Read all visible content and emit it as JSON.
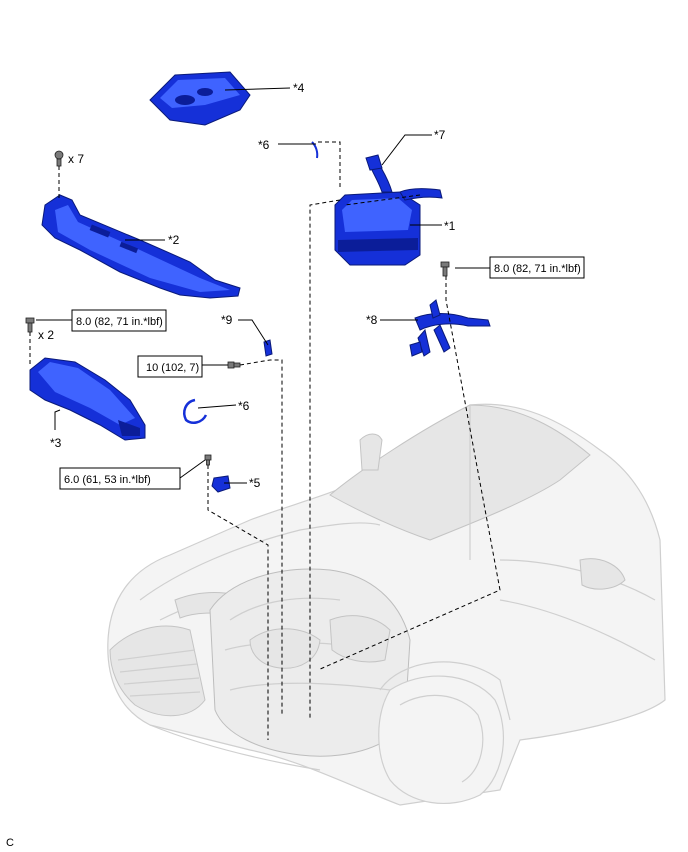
{
  "callouts": {
    "c1": "*1",
    "c2": "*2",
    "c3": "*3",
    "c4": "*4",
    "c5": "*5",
    "c6a": "*6",
    "c6b": "*6",
    "c7": "*7",
    "c8": "*8",
    "c9": "*9"
  },
  "quantities": {
    "q7": "x 7",
    "q2": "x 2"
  },
  "torque": {
    "t1": "8.0 (82, 71 in.*lbf)",
    "t2": "8.0 (82, 71 in.*lbf)",
    "t3": "10 (102, 7)",
    "t4": "6.0 (61, 53 in.*lbf)"
  },
  "footer": {
    "code": "C"
  },
  "colors": {
    "part_blue": "#1530d8",
    "vehicle_grey": "#f4f4f4"
  }
}
